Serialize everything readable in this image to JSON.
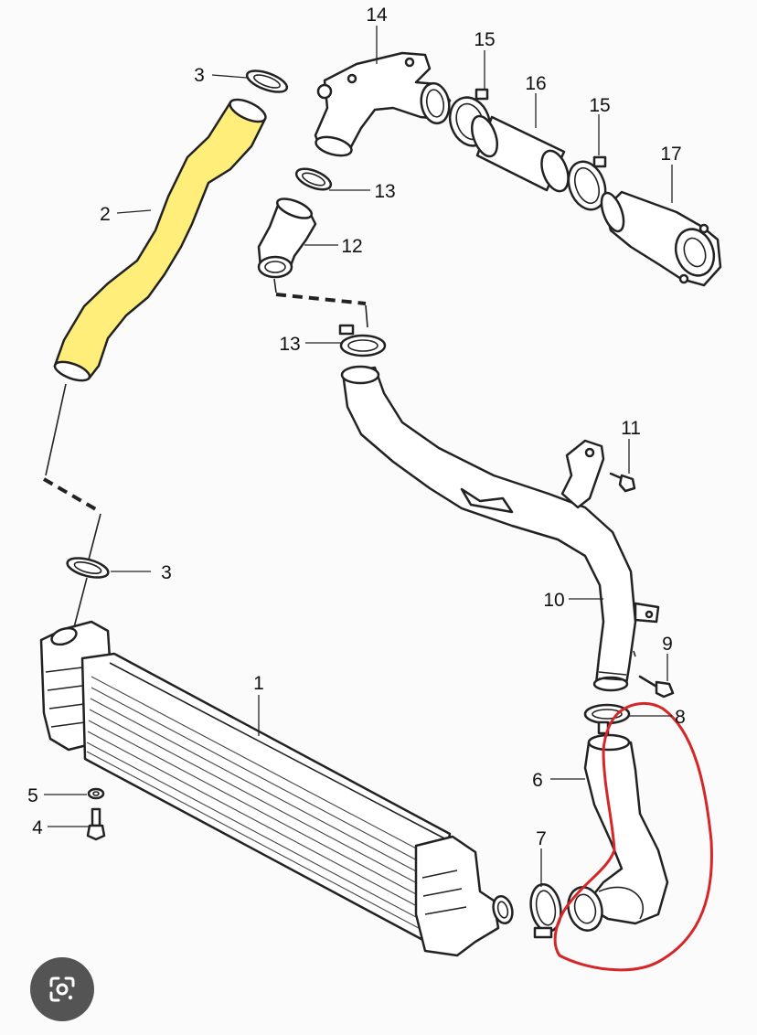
{
  "diagram": {
    "callouts": {
      "c1": "1",
      "c2": "2",
      "c3a": "3",
      "c3b": "3",
      "c4": "4",
      "c5": "5",
      "c6": "6",
      "c7": "7",
      "c8": "8",
      "c9": "9",
      "c10": "10",
      "c11": "11",
      "c12": "12",
      "c13a": "13",
      "c13b": "13",
      "c14": "14",
      "c15a": "15",
      "c15b": "15",
      "c16": "16",
      "c17": "17"
    },
    "highlight_color": "#ffee7a",
    "annotation_color": "#d62728"
  },
  "overlay": {
    "lens_button_icon": "google-lens-icon"
  }
}
